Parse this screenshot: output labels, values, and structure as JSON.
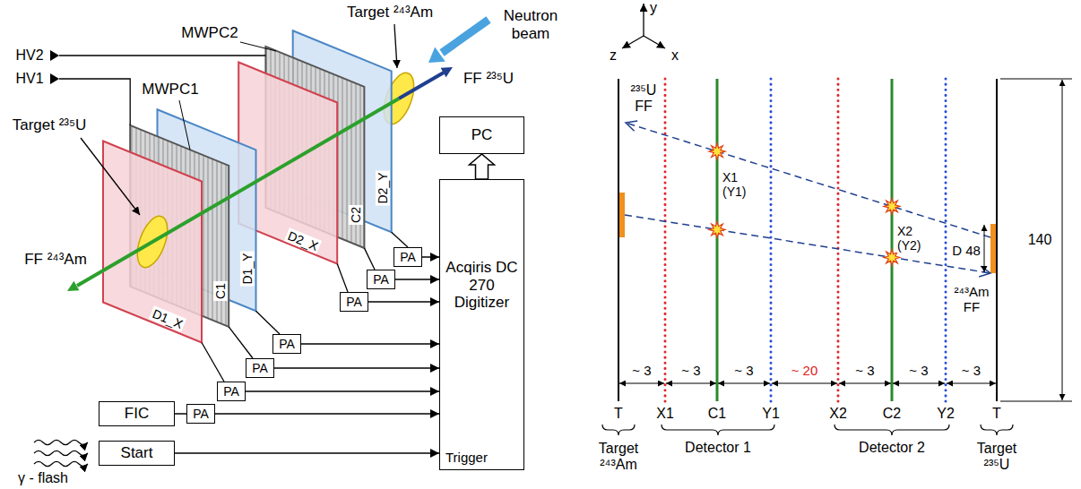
{
  "diagram": {
    "nodes": [
      {
        "text": [
          "PC"
        ]
      },
      {
        "text": [
          "Acqiris DC 270 Digitizer",
          "Trigger"
        ]
      },
      {
        "text": [
          "PA"
        ]
      },
      {
        "text": [
          "PA"
        ]
      },
      {
        "text": [
          "PA"
        ]
      },
      {
        "text": [
          "PA"
        ]
      },
      {
        "text": [
          "PA"
        ]
      },
      {
        "text": [
          "PA"
        ]
      },
      {
        "text": [
          "FIC"
        ]
      },
      {
        "text": [
          "PA"
        ]
      },
      {
        "text": [
          "Start"
        ]
      }
    ],
    "edges": [
      {
        "from": 1,
        "to": 0,
        "arrow": "to"
      },
      {
        "from": 2,
        "to": 1,
        "arrow": "to"
      },
      {
        "from": 3,
        "to": 1,
        "arrow": "to"
      },
      {
        "from": 4,
        "to": 1,
        "arrow": "to"
      },
      {
        "from": 5,
        "to": 1,
        "arrow": "to"
      },
      {
        "from": 6,
        "to": 1,
        "arrow": "to"
      },
      {
        "from": 7,
        "to": 1,
        "arrow": "to"
      },
      {
        "from": 8,
        "to": 9,
        "arrow": "none"
      },
      {
        "from": 9,
        "to": 1,
        "arrow": "to"
      },
      {
        "from": 10,
        "to": 1,
        "arrow": "to"
      }
    ],
    "labels": [
      "Target ²⁴³Am",
      "Neutron beam",
      "y",
      "z",
      "x",
      "HV2",
      "HV1",
      "MWPC2",
      "MWPC1",
      "FF ²³⁵U",
      "Target ²³⁵U",
      "FF ²⁴³Am",
      "D2_Y",
      "C2",
      "D2_X",
      "D1_Y",
      "C1",
      "D1_X",
      "γ - flash",
      "²³⁵U FF",
      "X1 (Y1)",
      "X2 (Y2)",
      "D 48",
      "²⁴³Am FF",
      "140",
      "~ 3",
      "~ 3",
      "~ 3",
      "~ 20",
      "~ 3",
      "~ 3",
      "~ 3",
      "T",
      "X1",
      "C1",
      "Y1",
      "X2",
      "C2",
      "Y2",
      "T",
      "Target ²⁴³Am",
      "Detector 1",
      "Detector 2",
      "Target ²³⁵U"
    ]
  }
}
